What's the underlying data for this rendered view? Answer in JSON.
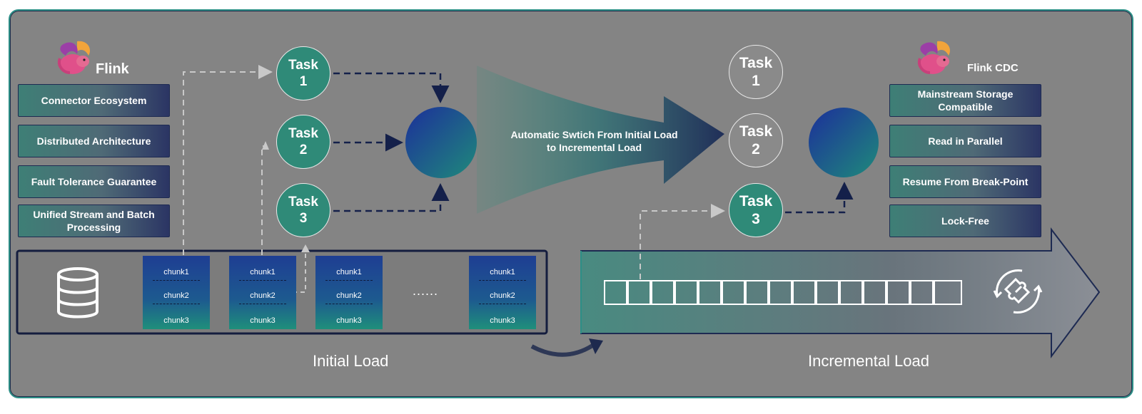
{
  "left_brand": {
    "name": "Flink"
  },
  "right_brand": {
    "name": "Flink CDC"
  },
  "left_features": [
    "Connector Ecosystem",
    "Distributed Architecture",
    "Fault Tolerance Guarantee",
    "Unified Stream and Batch Processing"
  ],
  "right_features": [
    "Mainstream Storage Compatible",
    "Read in Parallel",
    "Resume From Break-Point",
    "Lock-Free"
  ],
  "initial_tasks": [
    {
      "word": "Task",
      "num": "1"
    },
    {
      "word": "Task",
      "num": "2"
    },
    {
      "word": "Task",
      "num": "3"
    }
  ],
  "incremental_tasks": [
    {
      "word": "Task",
      "num": "1"
    },
    {
      "word": "Task",
      "num": "2"
    },
    {
      "word": "Task",
      "num": "3"
    }
  ],
  "chunks": [
    "chunk1",
    "chunk2",
    "chunk3"
  ],
  "ellipsis": "......",
  "switch_text": [
    "Automatic Swtich From Initial Load",
    "to Incremental Load"
  ],
  "labels": {
    "initial": "Initial Load",
    "incremental": "Incremental Load"
  },
  "icons": [
    "squirrel-logo-icon",
    "database-icon",
    "puzzle-icon"
  ],
  "colors": {
    "panel": "#848484",
    "teal": "#2f8a78",
    "navy": "#1d2a52",
    "border": "#2c8f86"
  }
}
